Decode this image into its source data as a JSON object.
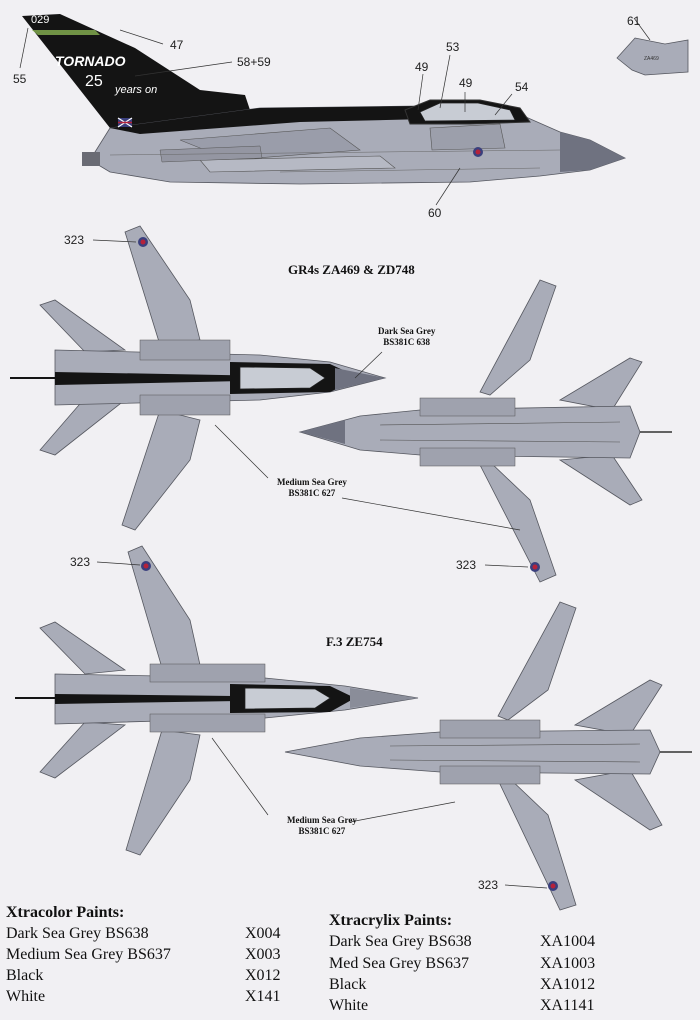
{
  "side_view": {
    "tail_serial": "029",
    "tail_text_1": "TORNADO",
    "tail_text_2": "25",
    "tail_text_3": "years on",
    "callouts": [
      "47",
      "55",
      "58+59",
      "53",
      "49",
      "49",
      "54",
      "60",
      "61"
    ],
    "inset_mark": "ZA469"
  },
  "gr4_section": {
    "title": "GR4s ZA469 & ZD748",
    "callout_top": "323",
    "callout_bottom": "323",
    "dark_color_name": "Dark Sea Grey",
    "dark_color_code": "BS381C 638",
    "medium_color_name": "Medium Sea Grey",
    "medium_color_code": "BS381C 627"
  },
  "f3_section": {
    "title": "F.3 ZE754",
    "callout_top": "323",
    "callout_bottom": "323",
    "medium_color_name": "Medium Sea Grey",
    "medium_color_code": "BS381C 627"
  },
  "xtracolor": {
    "title": "Xtracolor Paints:",
    "rows": [
      {
        "name": "Dark Sea Grey BS638",
        "code": "X004"
      },
      {
        "name": "Medium Sea Grey  BS637",
        "code": "X003"
      },
      {
        "name": "Black",
        "code": "X012"
      },
      {
        "name": "White",
        "code": "X141"
      }
    ]
  },
  "xtracrylix": {
    "title": "Xtracrylix Paints:",
    "rows": [
      {
        "name": "Dark Sea Grey BS638",
        "code": "XA1004"
      },
      {
        "name": "Med Sea Grey  BS637",
        "code": "XA1003"
      },
      {
        "name": "Black",
        "code": "XA1012"
      },
      {
        "name": "White",
        "code": "XA1141"
      }
    ]
  },
  "colors": {
    "background": "#f1f0f3",
    "medium_sea_grey": "#a9acb8",
    "dark_sea_grey": "#8c8f9c",
    "black": "#141414",
    "roundel_red": "#b5223a",
    "roundel_blue": "#3a3f7d"
  }
}
